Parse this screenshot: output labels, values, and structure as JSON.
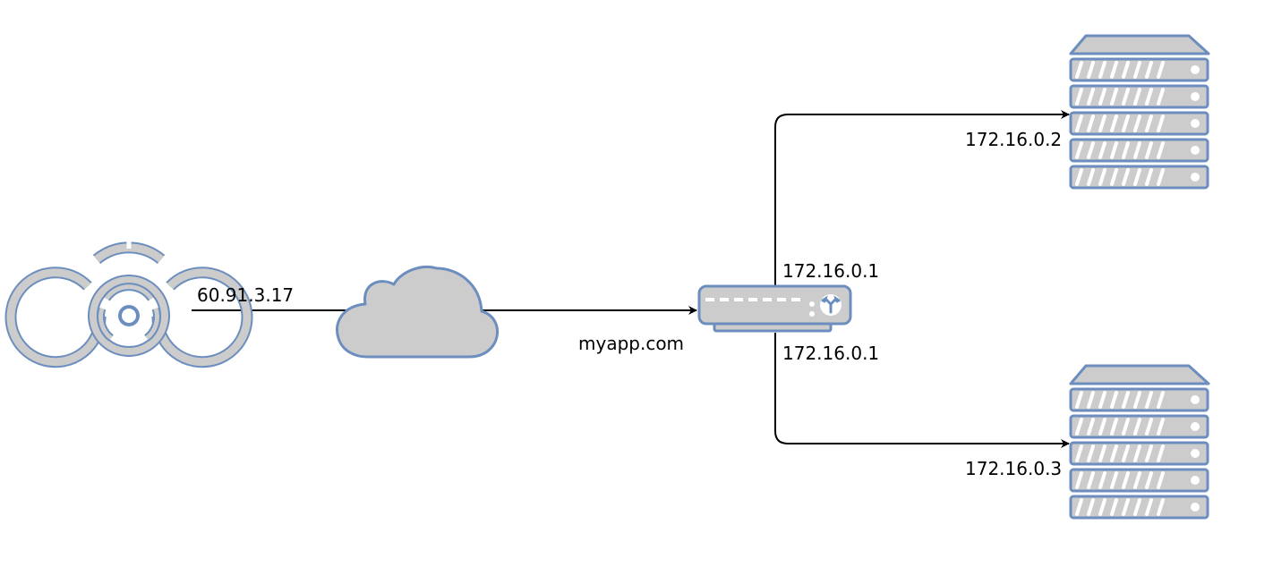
{
  "colors": {
    "stroke": "#6c8ebf",
    "fill": "#cccccc",
    "line": "#000000",
    "background": "#ffffff"
  },
  "nodes": [
    {
      "id": "attacker",
      "icon": "biohazard-icon"
    },
    {
      "id": "internet",
      "icon": "cloud-icon"
    },
    {
      "id": "router",
      "icon": "router-icon"
    },
    {
      "id": "server-top",
      "icon": "server-icon"
    },
    {
      "id": "server-bottom",
      "icon": "server-icon"
    }
  ],
  "edges": [
    {
      "from": "attacker",
      "to": "router",
      "label": "60.91.3.17"
    },
    {
      "from": "router",
      "to": "server-top",
      "label": "172.16.0.2"
    },
    {
      "from": "router",
      "to": "server-bottom",
      "label": "172.16.0.3"
    }
  ],
  "labels": {
    "attacker_ip": "60.91.3.17",
    "domain": "myapp.com",
    "router_ip_top": "172.16.0.1",
    "router_ip_bottom": "172.16.0.1",
    "server_top_ip": "172.16.0.2",
    "server_bottom_ip": "172.16.0.3"
  }
}
